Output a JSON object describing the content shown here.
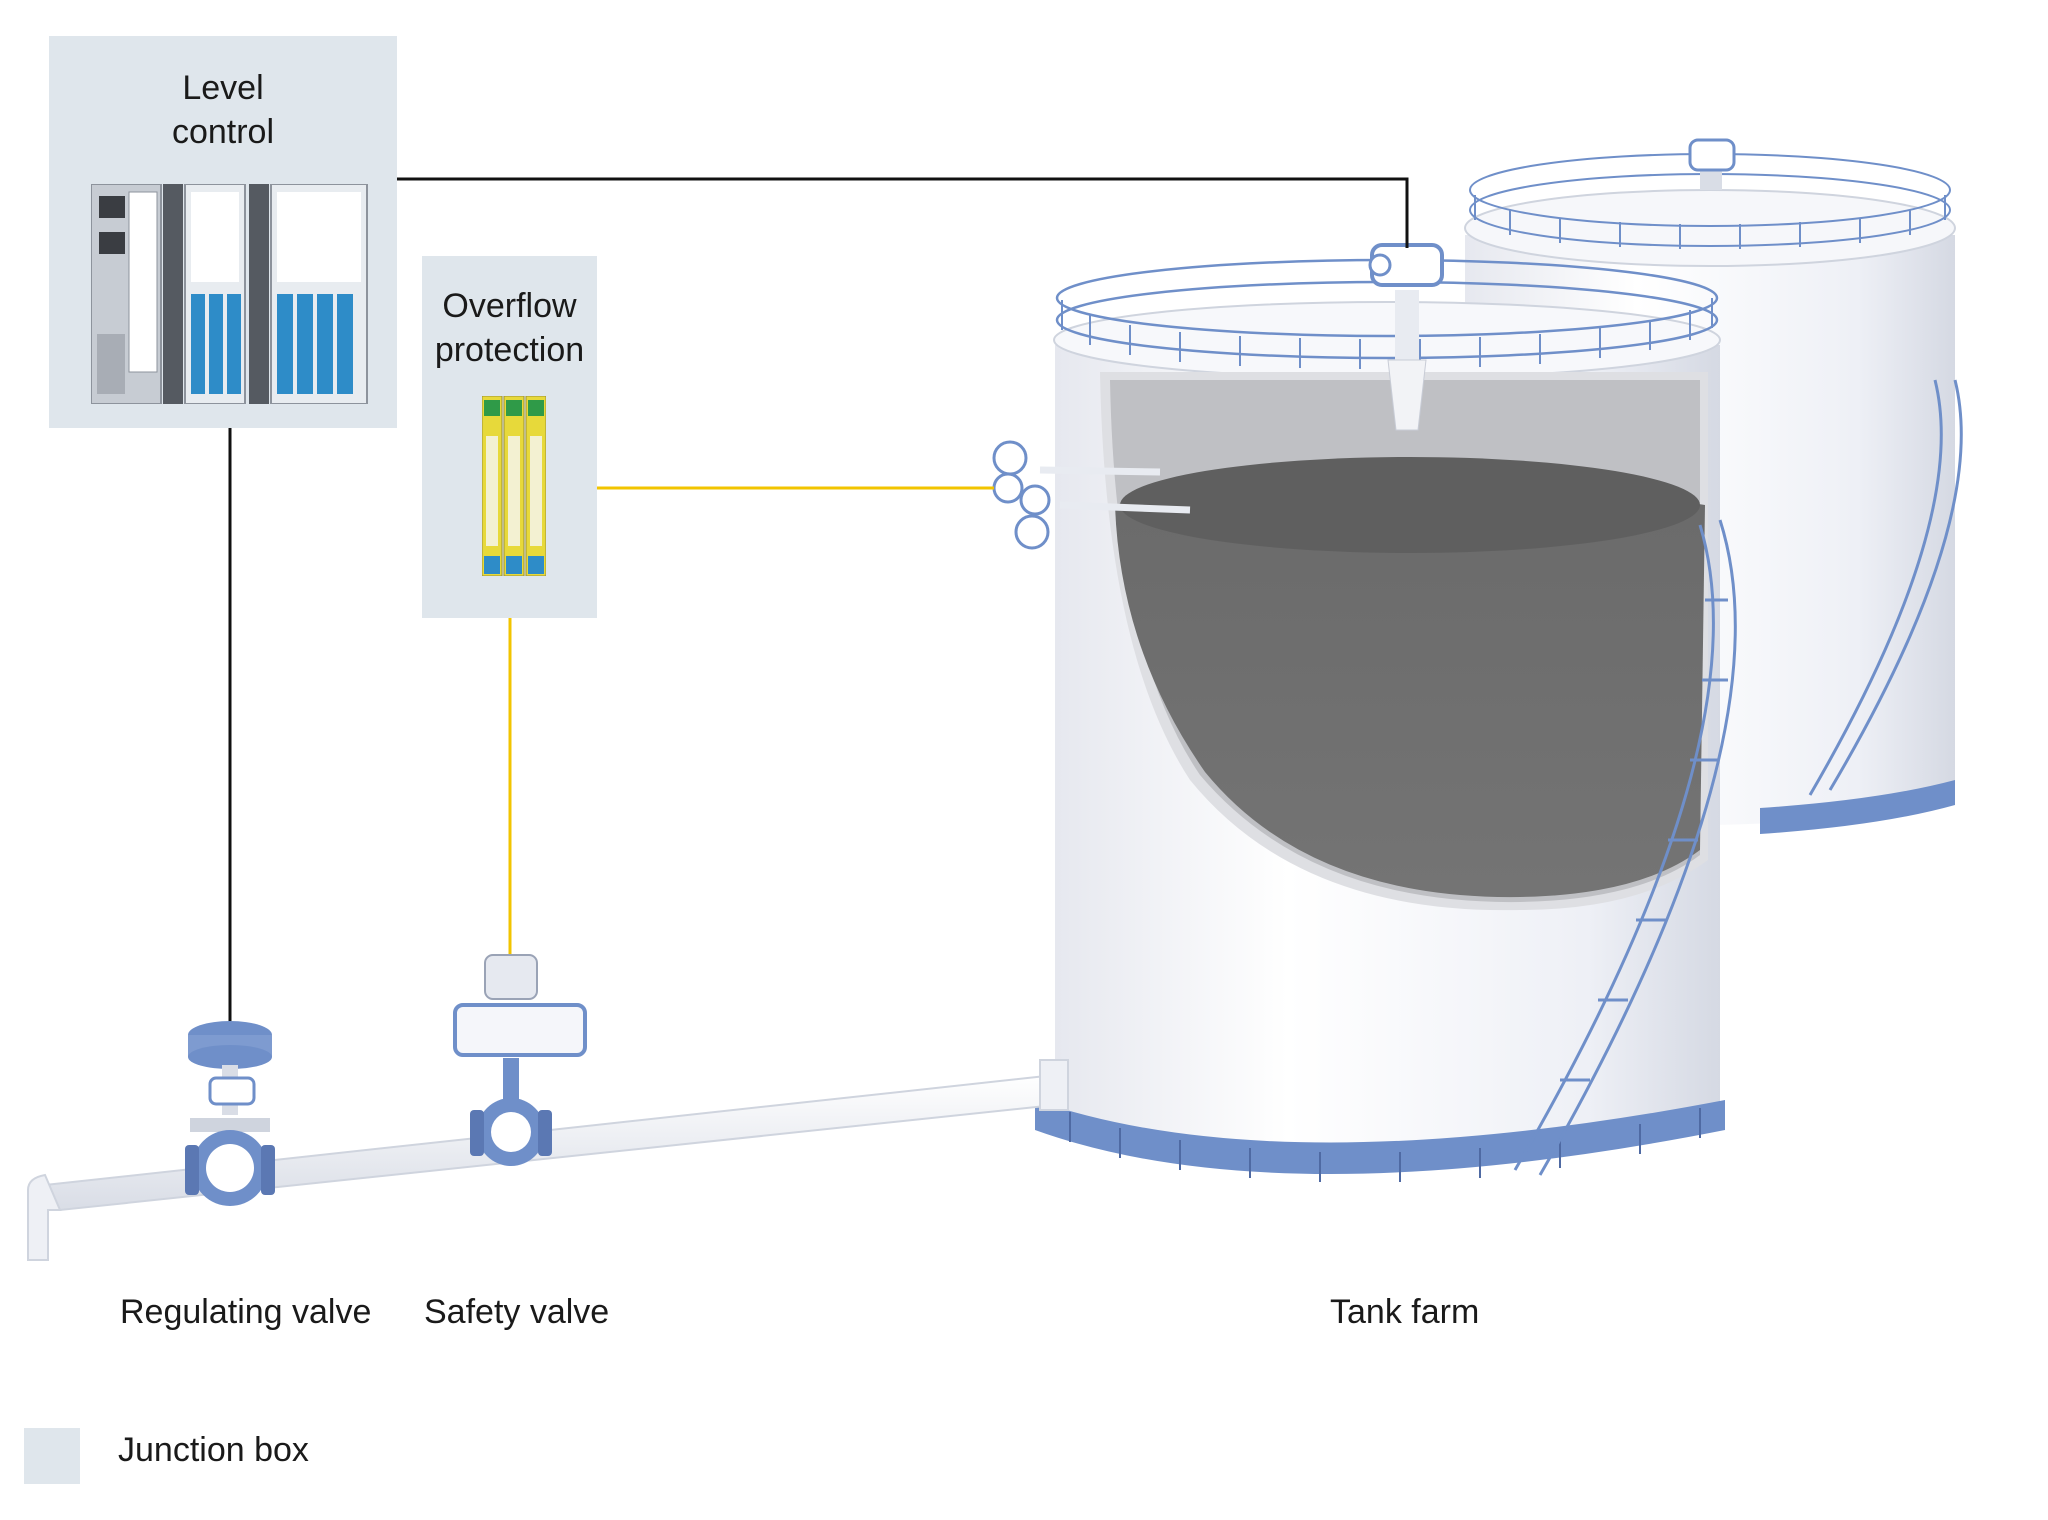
{
  "boxes": {
    "level_control": {
      "title_line1": "Level",
      "title_line2": "control"
    },
    "overflow_protection": {
      "title_line1": "Overflow",
      "title_line2": "protection"
    }
  },
  "labels": {
    "regulating_valve": "Regulating valve",
    "safety_valve": "Safety valve",
    "tank_farm": "Tank farm"
  },
  "legend": {
    "junction_box": "Junction box"
  },
  "colors": {
    "junction_box_fill": "#dfe6ec",
    "control_wire": "#111111",
    "safety_wire": "#f2c400",
    "equipment_blue": "#6f8fc9",
    "tank_white": "#f3f4f8",
    "liquid_gray": "#6e6e6e"
  },
  "icons": [
    "plc-controller-module",
    "safety-relay-module",
    "radar-level-sensor",
    "level-switch-sensor",
    "control-valve",
    "actuated-ball-valve",
    "storage-tank-cutaway",
    "storage-tank"
  ]
}
